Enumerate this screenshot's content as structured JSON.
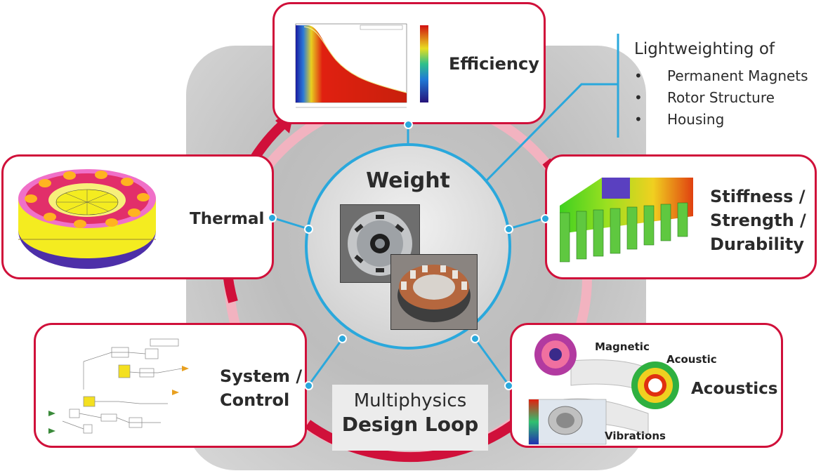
{
  "center": {
    "title": "Weight",
    "loop_line1": "Multiphysics",
    "loop_line2": "Design Loop"
  },
  "cards": {
    "efficiency": "Efficiency",
    "thermal": "Thermal",
    "stiffness_l1": "Stiffness /",
    "stiffness_l2": "Strength /",
    "stiffness_l3": "Durability",
    "system_l1": "System /",
    "system_l2": "Control",
    "acoustics": "Acoustics",
    "acoustics_magnetic": "Magnetic",
    "acoustics_acoustic": "Acoustic",
    "acoustics_vibrations": "Vibrations"
  },
  "lightweighting": {
    "title": "Lightweighting of",
    "items": [
      "Permanent Magnets",
      "Rotor Structure",
      "Housing"
    ]
  },
  "colors": {
    "card_border": "#d0103a",
    "loop_red": "#d0103a",
    "connector_blue": "#2aa8dc"
  },
  "icons": [
    "efficiency-map-image",
    "thermal-stator-image",
    "stiffness-fea-image",
    "control-block-diagram-image",
    "acoustics-simulation-image",
    "rotor-photo",
    "stator-photo"
  ]
}
